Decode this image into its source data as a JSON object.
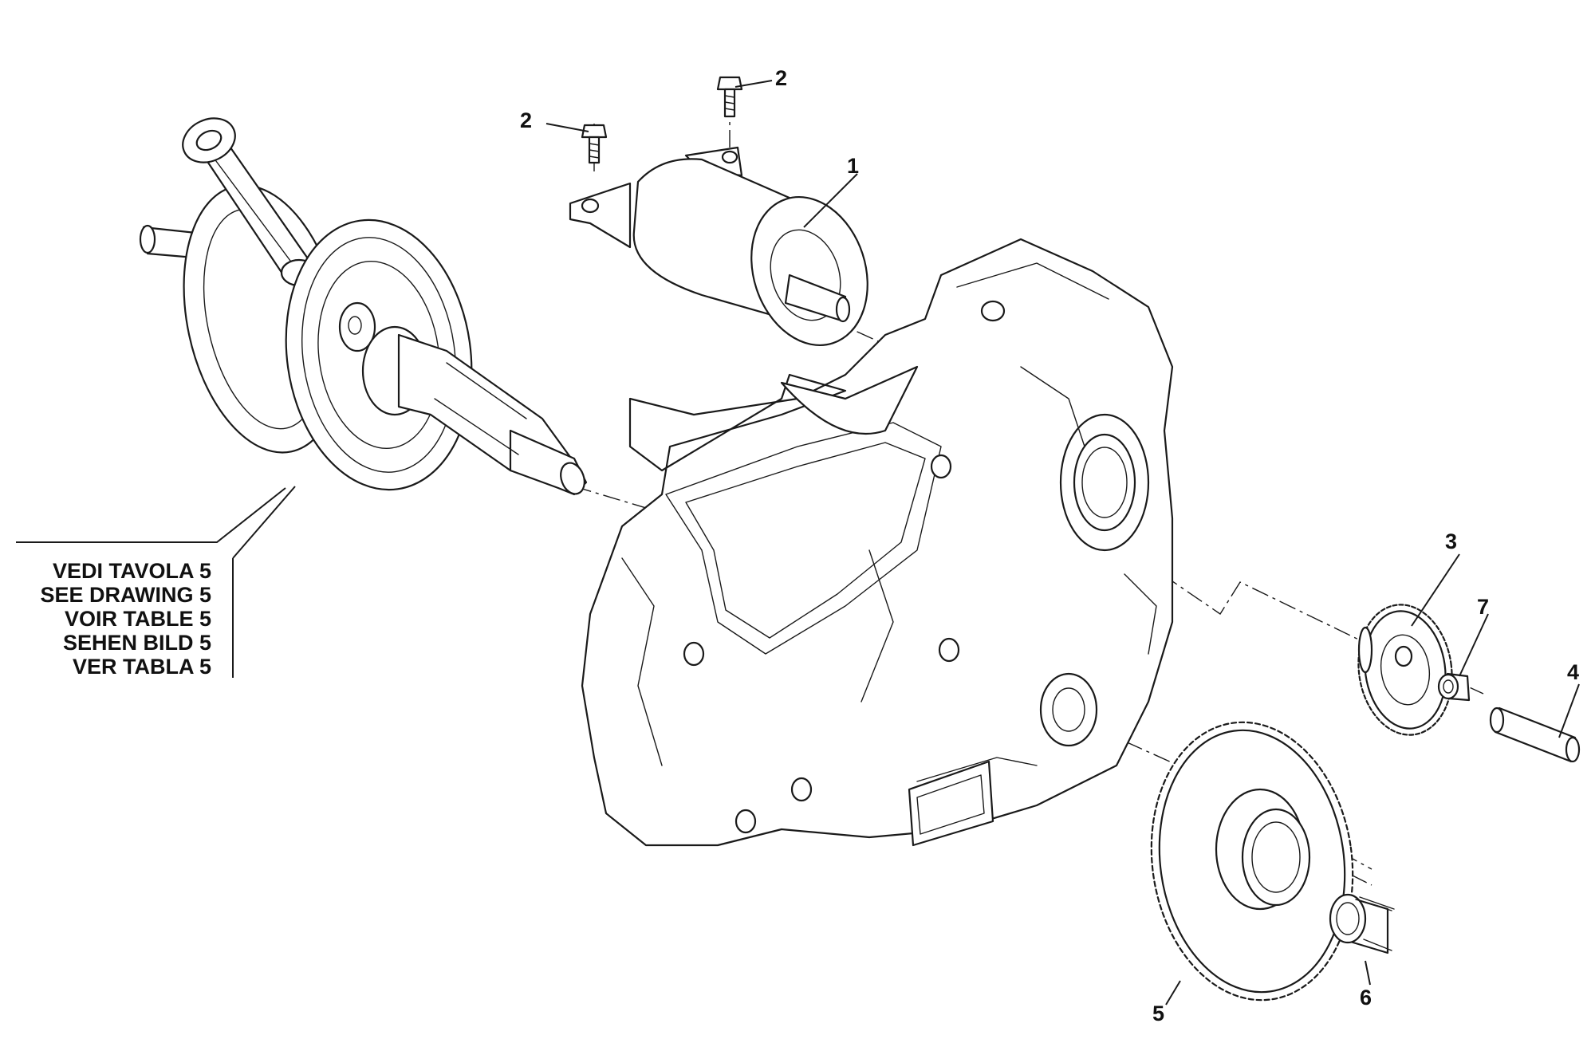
{
  "callouts": [
    {
      "id": "1",
      "label": "1"
    },
    {
      "id": "2a",
      "label": "2"
    },
    {
      "id": "2b",
      "label": "2"
    },
    {
      "id": "3",
      "label": "3"
    },
    {
      "id": "4",
      "label": "4"
    },
    {
      "id": "5",
      "label": "5"
    },
    {
      "id": "6",
      "label": "6"
    },
    {
      "id": "7",
      "label": "7"
    }
  ],
  "reference_note": {
    "lines": [
      "VEDI TAVOLA 5",
      "SEE DRAWING 5",
      "VOIR TABLE 5",
      "SEHEN BILD 5",
      "VER TABLA 5"
    ]
  },
  "colors": {
    "line": "#1a1a1a",
    "background": "#ffffff"
  }
}
